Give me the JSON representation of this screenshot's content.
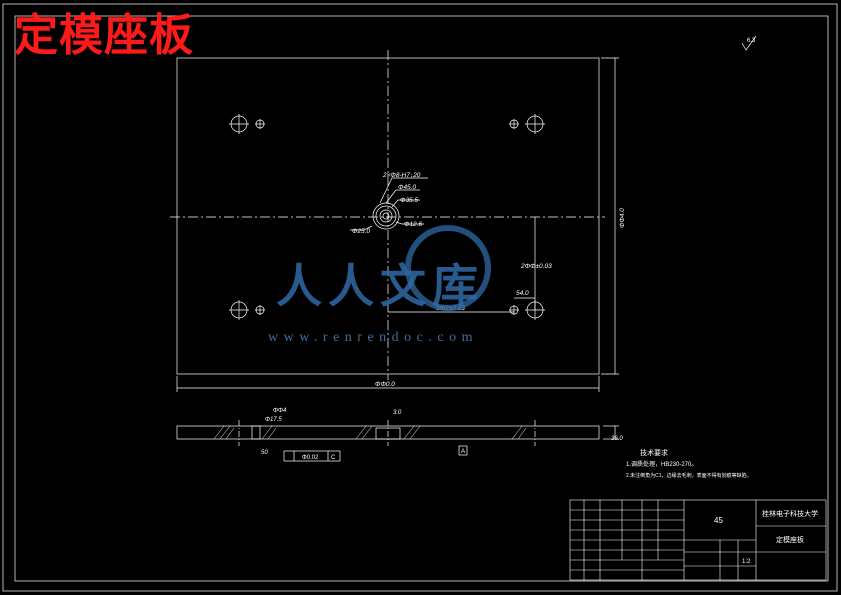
{
  "title": "定模座板",
  "roughness_symbol": "6.3",
  "holes_label": "2×Φ8-H7↓20",
  "dims": {
    "d45": "Φ45.0",
    "d35": "Φ35.5",
    "d12": "Φ12.6",
    "d25": "Φ25.0",
    "width": "ΦΦ0.0",
    "height": "ΦΦ4.0",
    "v_pitch": "2ΦΦ±0.03",
    "h_pitch": "3Φ2±0.03",
    "small_4": "54.0",
    "thickness": "36.0",
    "sec_1": "ΦΦ4",
    "sec_2": "Φ17.5",
    "sec_3": "3.0",
    "sec_4": "50",
    "tol_1": "Φ0.02",
    "tol_ref": "C",
    "sym_a": "A"
  },
  "tech_req": {
    "heading": "技术要求",
    "line1": "1.调质处理，HB230-270。",
    "line2": "2.未注倒角为C1，边缘去毛刺，表面不得有划痕等缺陷。"
  },
  "title_block": {
    "school": "桂林电子科技大学",
    "part_name": "定模座板",
    "material": "45",
    "scale": "1:2"
  },
  "watermark": {
    "brand": "人人文库",
    "url": "www.renrendoc.com"
  },
  "colors": {
    "background": "#000000",
    "lines": "#ffffff",
    "title": "#ff1a1a",
    "watermark": "#2f6aa6"
  }
}
